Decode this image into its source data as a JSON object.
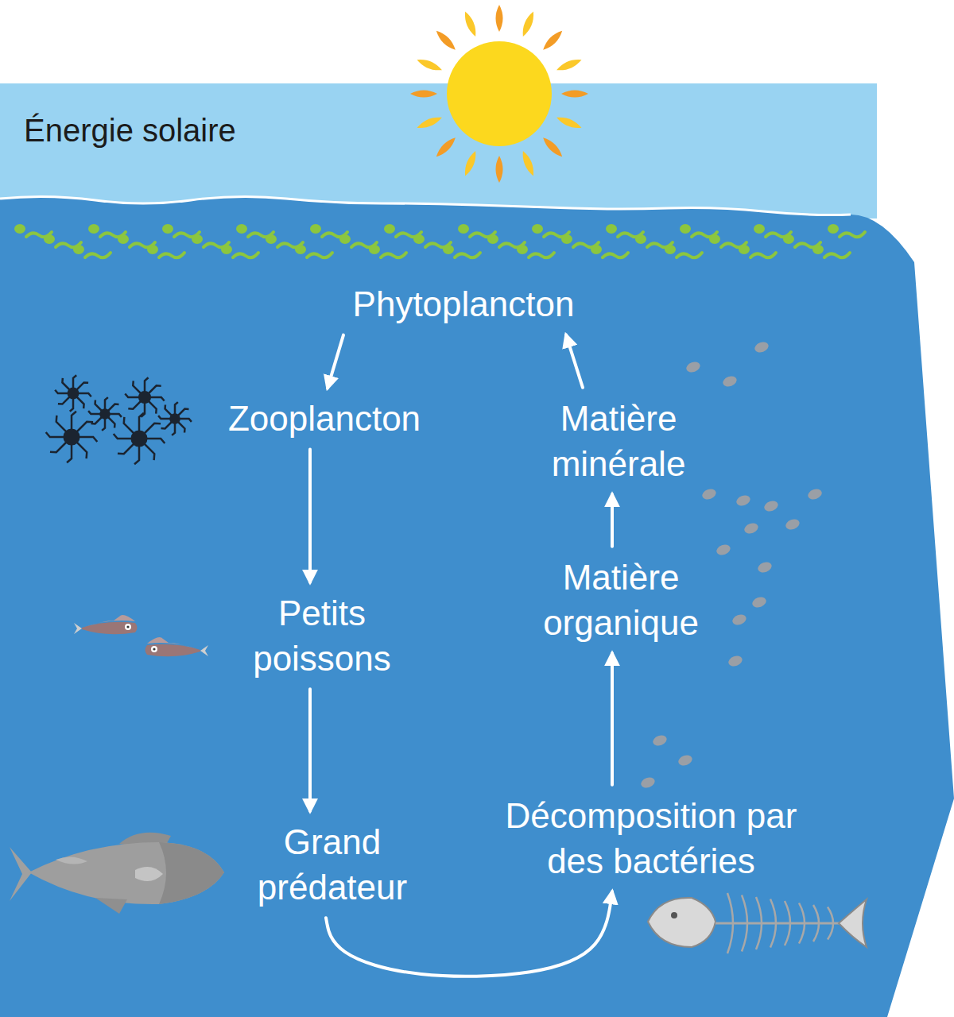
{
  "diagram": {
    "nodes": [
      {
        "text": [
          "Phytoplancton"
        ]
      },
      {
        "text": [
          "Zooplancton"
        ]
      },
      {
        "text": [
          "Petits poissons"
        ]
      },
      {
        "text": [
          "Grand prédateur"
        ]
      },
      {
        "text": [
          "Décomposition par des bactéries"
        ]
      },
      {
        "text": [
          "Matière organique"
        ]
      },
      {
        "text": [
          "Matière minérale"
        ]
      }
    ],
    "edges": [
      {
        "from": 0,
        "to": 1,
        "arrow": "to"
      },
      {
        "from": 1,
        "to": 2,
        "arrow": "to"
      },
      {
        "from": 2,
        "to": 3,
        "arrow": "to"
      },
      {
        "from": 3,
        "to": 4,
        "arrow": "to"
      },
      {
        "from": 4,
        "to": 5,
        "arrow": "to"
      },
      {
        "from": 5,
        "to": 6,
        "arrow": "to"
      },
      {
        "from": 6,
        "to": 0,
        "arrow": "to"
      }
    ],
    "labels": [
      "Énergie solaire"
    ]
  }
}
